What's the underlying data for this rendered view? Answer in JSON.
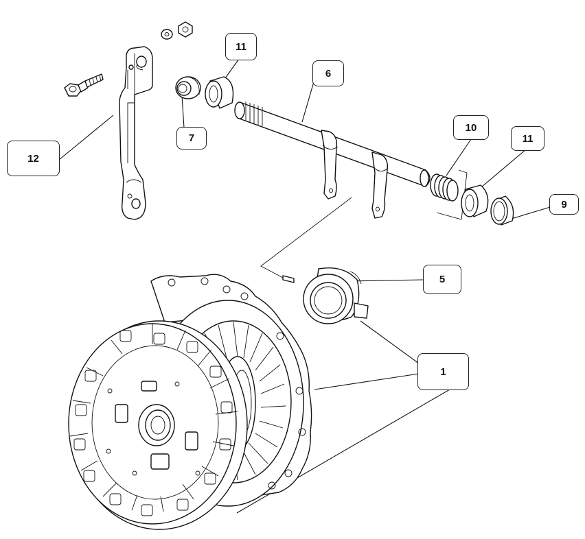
{
  "callouts": {
    "c12": "12",
    "c11a": "11",
    "c7": "7",
    "c6": "6",
    "c10": "10",
    "c11b": "11",
    "c9": "9",
    "c5": "5",
    "c1": "1"
  }
}
